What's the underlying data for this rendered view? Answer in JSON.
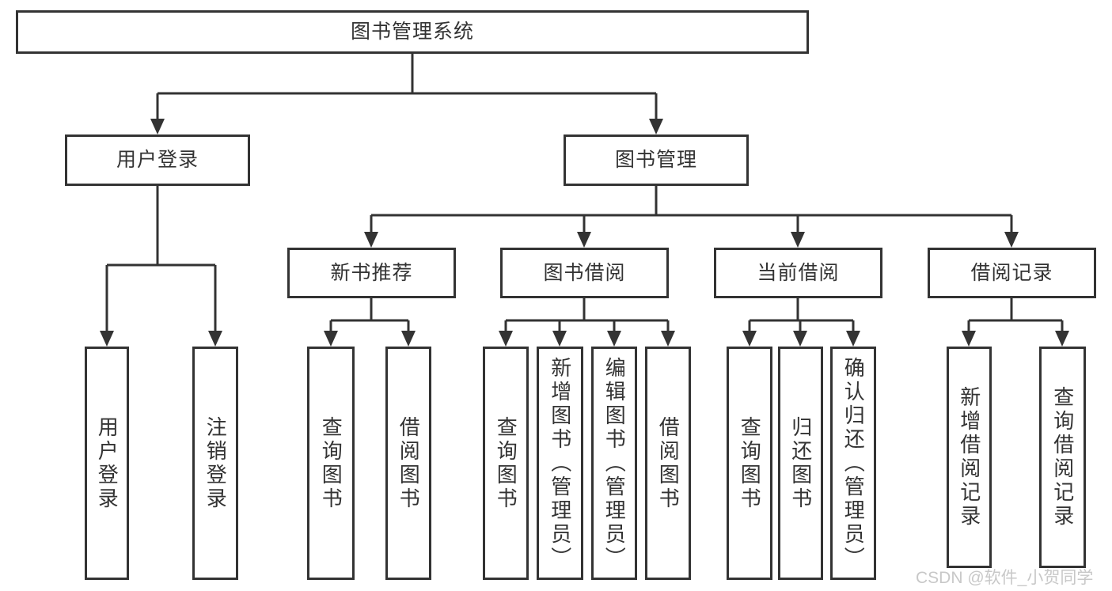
{
  "diagram": {
    "root": {
      "label": "图书管理系统"
    },
    "level2": [
      {
        "label": "用户登录"
      },
      {
        "label": "图书管理"
      }
    ],
    "level3": [
      {
        "label": "新书推荐"
      },
      {
        "label": "图书借阅"
      },
      {
        "label": "当前借阅"
      },
      {
        "label": "借阅记录"
      }
    ],
    "leaves": {
      "login": [
        {
          "label": "用户登录"
        },
        {
          "label": "注销登录"
        }
      ],
      "new_book_recommend": [
        {
          "label": "查询图书"
        },
        {
          "label": "借阅图书"
        }
      ],
      "book_borrow": [
        {
          "label": "查询图书"
        },
        {
          "label": "新增图书（管理员）"
        },
        {
          "label": "编辑图书（管理员）"
        },
        {
          "label": "借阅图书"
        }
      ],
      "current_borrow": [
        {
          "label": "查询图书"
        },
        {
          "label": "归还图书"
        },
        {
          "label": "确认归还（管理员）"
        }
      ],
      "borrow_records": [
        {
          "label": "新增借阅记录"
        },
        {
          "label": "查询借阅记录"
        }
      ]
    }
  },
  "watermark": {
    "text": "CSDN @软件_小贺同学"
  },
  "colors": {
    "background": "#ffffff",
    "line": "#333333",
    "box_border": "#333333",
    "box_fill": "#ffffff",
    "text": "#333333",
    "watermark": "#c8c8c8"
  }
}
